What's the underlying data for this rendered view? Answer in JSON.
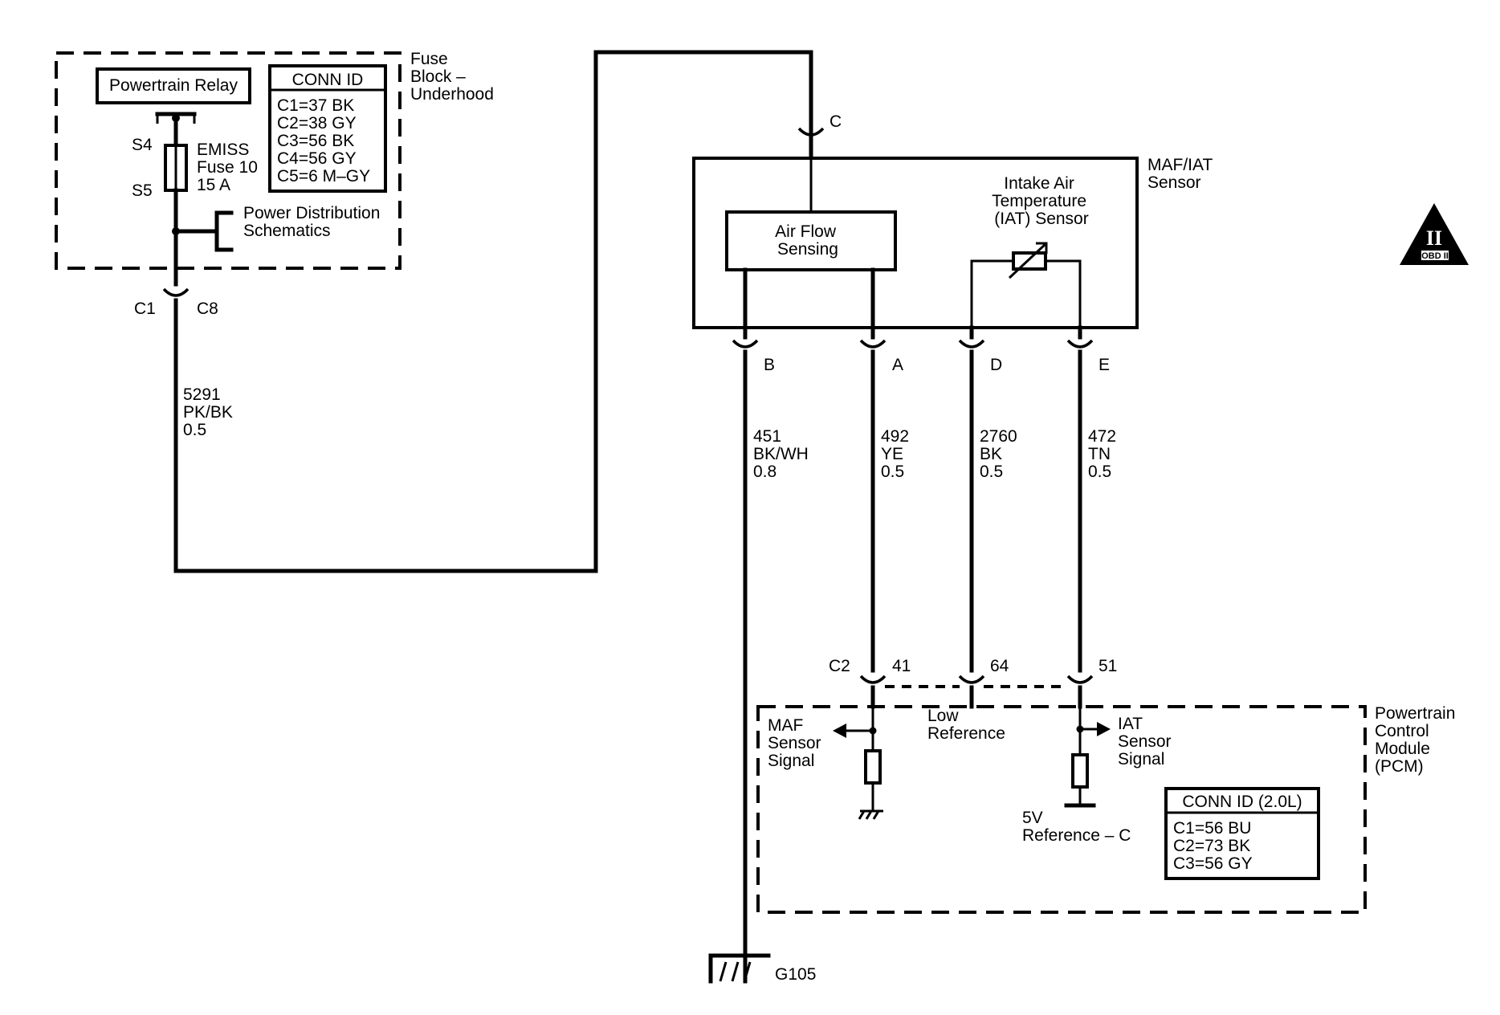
{
  "fuse_block": {
    "title": [
      "Fuse",
      "Block –",
      "Underhood"
    ],
    "relay": "Powertrain Relay",
    "conn_id": {
      "header": "CONN ID",
      "rows": [
        "C1=37 BK",
        "C2=38 GY",
        "C3=56 BK",
        "C4=56 GY",
        "C5=6 M–GY"
      ]
    },
    "fuse": {
      "terminal_top": "S4",
      "terminal_bottom": "S5",
      "label": [
        "EMISS",
        "Fuse 10",
        "15 A"
      ]
    },
    "power_dist": [
      "Power Distribution",
      "Schematics"
    ],
    "connector_left": "C1",
    "connector_right": "C8"
  },
  "wire_5291": [
    "5291",
    "PK/BK",
    "0.5"
  ],
  "maf_sensor": {
    "title": [
      "MAF/IAT",
      "Sensor"
    ],
    "connector_c": "C",
    "air_flow": [
      "Air Flow",
      "Sensing"
    ],
    "iat": [
      "Intake Air",
      "Temperature",
      "(IAT) Sensor"
    ],
    "pins": [
      "B",
      "A",
      "D",
      "E"
    ]
  },
  "wires": [
    [
      "451",
      "BK/WH",
      "0.8"
    ],
    [
      "492",
      "YE",
      "0.5"
    ],
    [
      "2760",
      "BK",
      "0.5"
    ],
    [
      "472",
      "TN",
      "0.5"
    ]
  ],
  "pcm": {
    "connector": "C2",
    "pins": [
      "41",
      "64",
      "51"
    ],
    "title": [
      "Powertrain",
      "Control",
      "Module",
      "(PCM)"
    ],
    "maf_signal": [
      "MAF",
      "Sensor",
      "Signal"
    ],
    "low_ref": [
      "Low",
      "Reference"
    ],
    "iat_signal": [
      "IAT",
      "Sensor",
      "Signal"
    ],
    "ref_5v": [
      "5V",
      "Reference – C"
    ],
    "conn_id": {
      "header": "CONN ID (2.0L)",
      "rows": [
        "C1=56 BU",
        "C2=73 BK",
        "C3=56 GY"
      ]
    }
  },
  "ground": "G105",
  "obd_badge": {
    "numeral": "II",
    "label": "OBD II"
  }
}
